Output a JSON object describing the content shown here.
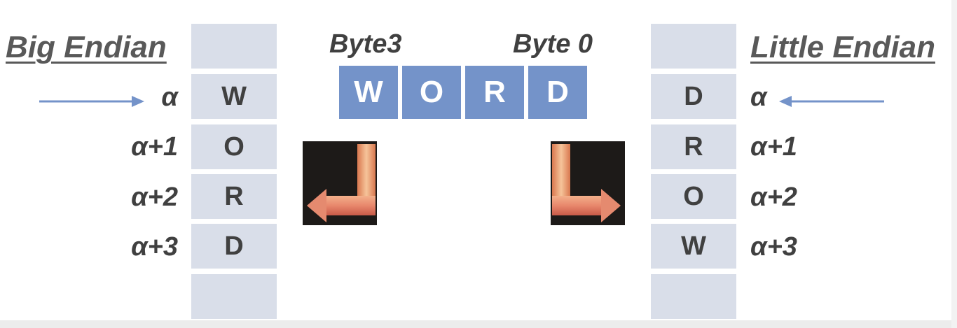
{
  "big_endian": {
    "title": "Big Endian",
    "cells": [
      "",
      "W",
      "O",
      "R",
      "D",
      ""
    ],
    "addresses": [
      "α",
      "α+1",
      "α+2",
      "α+3"
    ]
  },
  "little_endian": {
    "title": "Little Endian",
    "cells": [
      "",
      "D",
      "R",
      "O",
      "W",
      ""
    ],
    "addresses": [
      "α",
      "α+1",
      "α+2",
      "α+3"
    ]
  },
  "word": {
    "byte_label_high": "Byte3",
    "byte_label_low": "Byte 0",
    "letters": [
      "W",
      "O",
      "R",
      "D"
    ]
  },
  "colors": {
    "cell_fill": "#d9dee9",
    "word_fill": "#7493c9",
    "pointer_arrow": "#7493c9",
    "text": "#404040"
  },
  "icons": {
    "left_tile": "down-left-arrow-icon",
    "right_tile": "down-right-arrow-icon",
    "pointer": "arrow-icon"
  }
}
